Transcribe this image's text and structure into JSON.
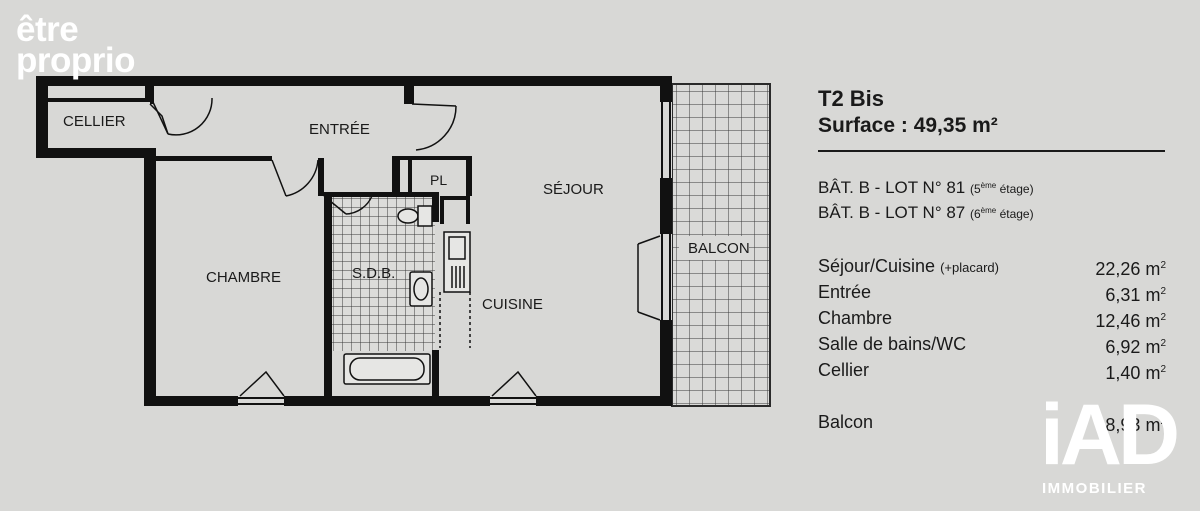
{
  "watermarks": {
    "etre_proprio": [
      "être",
      "proprio"
    ],
    "iad_logo": "iAD",
    "iad_subtitle": "IMMOBILIER"
  },
  "plan": {
    "rooms": {
      "cellier": "CELLIER",
      "entree": "ENTRÉE",
      "pl": "PL",
      "sejour": "SÉJOUR",
      "balcon": "BALCON",
      "chambre": "CHAMBRE",
      "sdb": "S.D.B.",
      "cuisine": "CUISINE"
    }
  },
  "info": {
    "title": "T2 Bis",
    "surface": "Surface : 49,35 m²",
    "lots": [
      {
        "text": "BÂT. B - LOT N° 81",
        "etage_pre": "(5",
        "etage_sup": "ème",
        "etage_post": " étage)"
      },
      {
        "text": "BÂT. B - LOT N° 87",
        "etage_pre": "(6",
        "etage_sup": "ème",
        "etage_post": " étage)"
      }
    ],
    "areas": [
      {
        "label": "Séjour/Cuisine",
        "note": "(+placard)",
        "value": "22,26 m",
        "unit_sup": "2"
      },
      {
        "label": "Entrée",
        "note": "",
        "value": "6,31 m",
        "unit_sup": "2"
      },
      {
        "label": "Chambre",
        "note": "",
        "value": "12,46 m",
        "unit_sup": "2"
      },
      {
        "label": "Salle de bains/WC",
        "note": "",
        "value": "6,92 m",
        "unit_sup": "2"
      },
      {
        "label": "Cellier",
        "note": "",
        "value": "1,40 m",
        "unit_sup": "2"
      }
    ],
    "balcon": {
      "label": "Balcon",
      "note": "",
      "value": "8,93 m",
      "unit_sup": "2"
    }
  }
}
